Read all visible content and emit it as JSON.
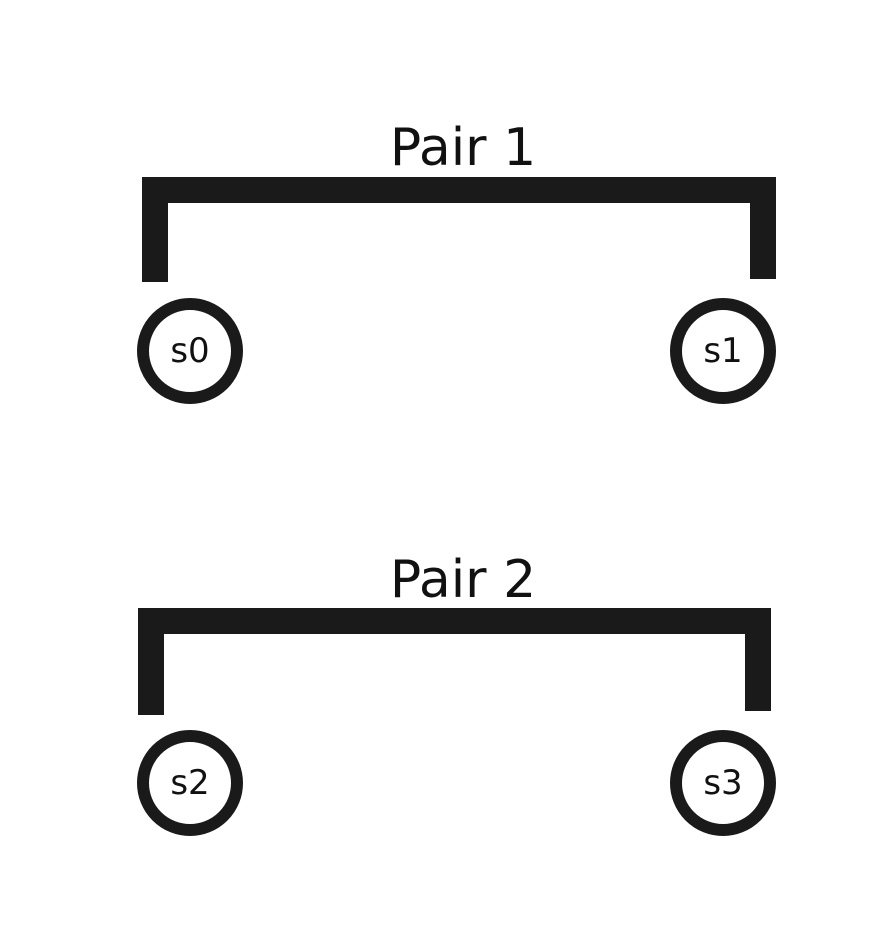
{
  "diagram": {
    "pairs": [
      {
        "label": "Pair 1",
        "left_node": "s0",
        "right_node": "s1"
      },
      {
        "label": "Pair 2",
        "left_node": "s2",
        "right_node": "s3"
      }
    ]
  },
  "colors": {
    "stroke": "#1a1a1a",
    "background": "#ffffff",
    "text": "#111111"
  }
}
